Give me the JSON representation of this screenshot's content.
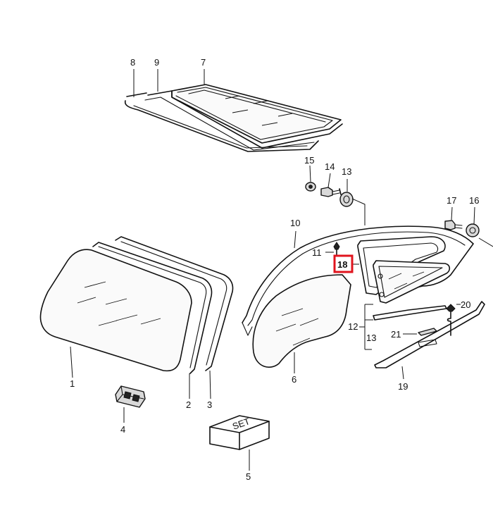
{
  "labels": {
    "p1": "1",
    "p2": "2",
    "p3": "3",
    "p4": "4",
    "p5": "5",
    "p6": "6",
    "p7": "7",
    "p8": "8",
    "p9": "9",
    "p10": "10",
    "p11": "11",
    "p12": "12",
    "p13": "13",
    "p14": "14",
    "p15": "15",
    "p16": "16",
    "p17": "17",
    "p18": "18",
    "p19": "19",
    "p20": "20",
    "p21": "21"
  },
  "set_box_text": "SET",
  "highlight": {
    "part": "18",
    "color": "#e0141e"
  }
}
